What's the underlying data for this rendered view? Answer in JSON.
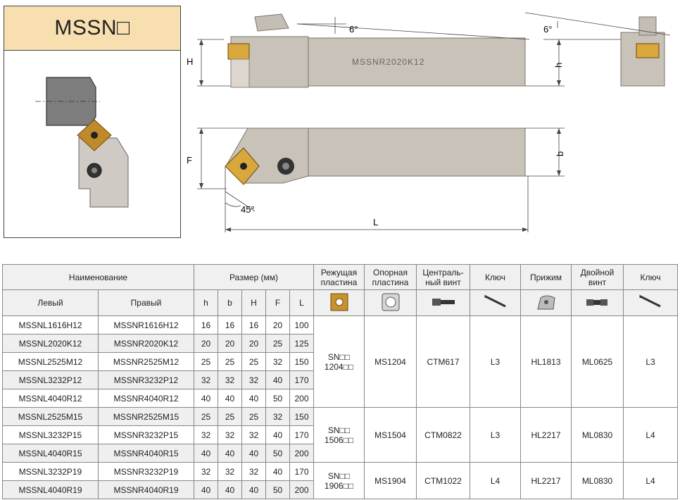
{
  "title": "MSSN□",
  "drawing": {
    "angle_top_left": "6°",
    "angle_top_right": "6°",
    "angle_bottom": "45°",
    "label_H": "H",
    "label_h": "h",
    "label_F": "F",
    "label_b": "b",
    "label_L": "L",
    "engraving": "MSSNR2020K12"
  },
  "table": {
    "headers": {
      "name": "Наименование",
      "size": "Размер (мм)",
      "insert": [
        "Режущая",
        "пластина"
      ],
      "shim": [
        "Опорная",
        "пластина"
      ],
      "center_screw": [
        "Централь-",
        "ный винт"
      ],
      "key1": "Ключ",
      "clamp": "Прижим",
      "double_screw": [
        "Двойной",
        "винт"
      ],
      "key2": "Ключ",
      "left": "Левый",
      "right": "Правый",
      "h": "h",
      "b": "b",
      "H": "H",
      "F": "F",
      "L": "L"
    },
    "groups": [
      {
        "insert": [
          "SN□□",
          "1204□□"
        ],
        "shim": "MS1204",
        "center_screw": "CTM617",
        "key1": "L3",
        "clamp": "HL1813",
        "double_screw": "ML0625",
        "key2": "L3",
        "rows": [
          {
            "left": "MSSNL1616H12",
            "right": "MSSNR1616H12",
            "h": "16",
            "b": "16",
            "H": "16",
            "F": "20",
            "L": "100"
          },
          {
            "left": "MSSNL2020K12",
            "right": "MSSNR2020K12",
            "h": "20",
            "b": "20",
            "H": "20",
            "F": "25",
            "L": "125"
          },
          {
            "left": "MSSNL2525M12",
            "right": "MSSNR2525M12",
            "h": "25",
            "b": "25",
            "H": "25",
            "F": "32",
            "L": "150"
          },
          {
            "left": "MSSNL3232P12",
            "right": "MSSNR3232P12",
            "h": "32",
            "b": "32",
            "H": "32",
            "F": "40",
            "L": "170"
          },
          {
            "left": "MSSNL4040R12",
            "right": "MSSNR4040R12",
            "h": "40",
            "b": "40",
            "H": "40",
            "F": "50",
            "L": "200"
          }
        ]
      },
      {
        "insert": [
          "SN□□",
          "1506□□"
        ],
        "shim": "MS1504",
        "center_screw": "CTM0822",
        "key1": "L3",
        "clamp": "HL2217",
        "double_screw": "ML0830",
        "key2": "L4",
        "rows": [
          {
            "left": "MSSNL2525M15",
            "right": "MSSNR2525M15",
            "h": "25",
            "b": "25",
            "H": "25",
            "F": "32",
            "L": "150"
          },
          {
            "left": "MSSNL3232P15",
            "right": "MSSNR3232P15",
            "h": "32",
            "b": "32",
            "H": "32",
            "F": "40",
            "L": "170"
          },
          {
            "left": "MSSNL4040R15",
            "right": "MSSNR4040R15",
            "h": "40",
            "b": "40",
            "H": "40",
            "F": "50",
            "L": "200"
          }
        ]
      },
      {
        "insert": [
          "SN□□",
          "1906□□"
        ],
        "shim": "MS1904",
        "center_screw": "CTM1022",
        "key1": "L4",
        "clamp": "HL2217",
        "double_screw": "ML0830",
        "key2": "L4",
        "rows": [
          {
            "left": "MSSNL3232P19",
            "right": "MSSNR3232P19",
            "h": "32",
            "b": "32",
            "H": "32",
            "F": "40",
            "L": "170"
          },
          {
            "left": "MSSNL4040R19",
            "right": "MSSNR4040R19",
            "h": "40",
            "b": "40",
            "H": "40",
            "F": "50",
            "L": "200"
          }
        ]
      }
    ]
  }
}
